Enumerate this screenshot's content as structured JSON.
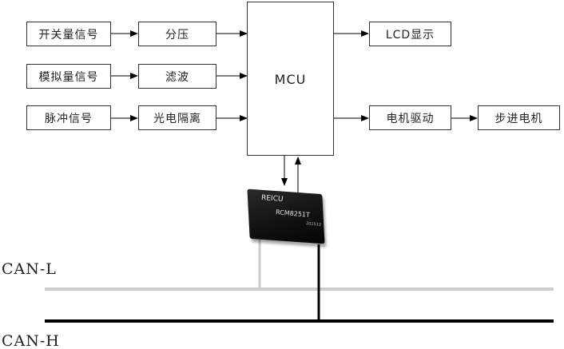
{
  "diagram": {
    "inputs": [
      {
        "signal": "开关量信号",
        "process": "分压"
      },
      {
        "signal": "模拟量信号",
        "process": "滤波"
      },
      {
        "signal": "脉冲信号",
        "process": "光电隔离"
      }
    ],
    "mcu": "MCU",
    "outputs": {
      "lcd": "LCD显示",
      "driver": "电机驱动",
      "motor": "步进电机"
    },
    "module": {
      "brand": "REICU",
      "part": "RCM8251T",
      "code": "201512"
    },
    "bus": {
      "can_l": "CAN-L",
      "can_h": "CAN-H",
      "can_l_color": "#cccccc",
      "can_h_color": "#000000"
    },
    "line_color": "#000000",
    "box_border": "#333333"
  }
}
